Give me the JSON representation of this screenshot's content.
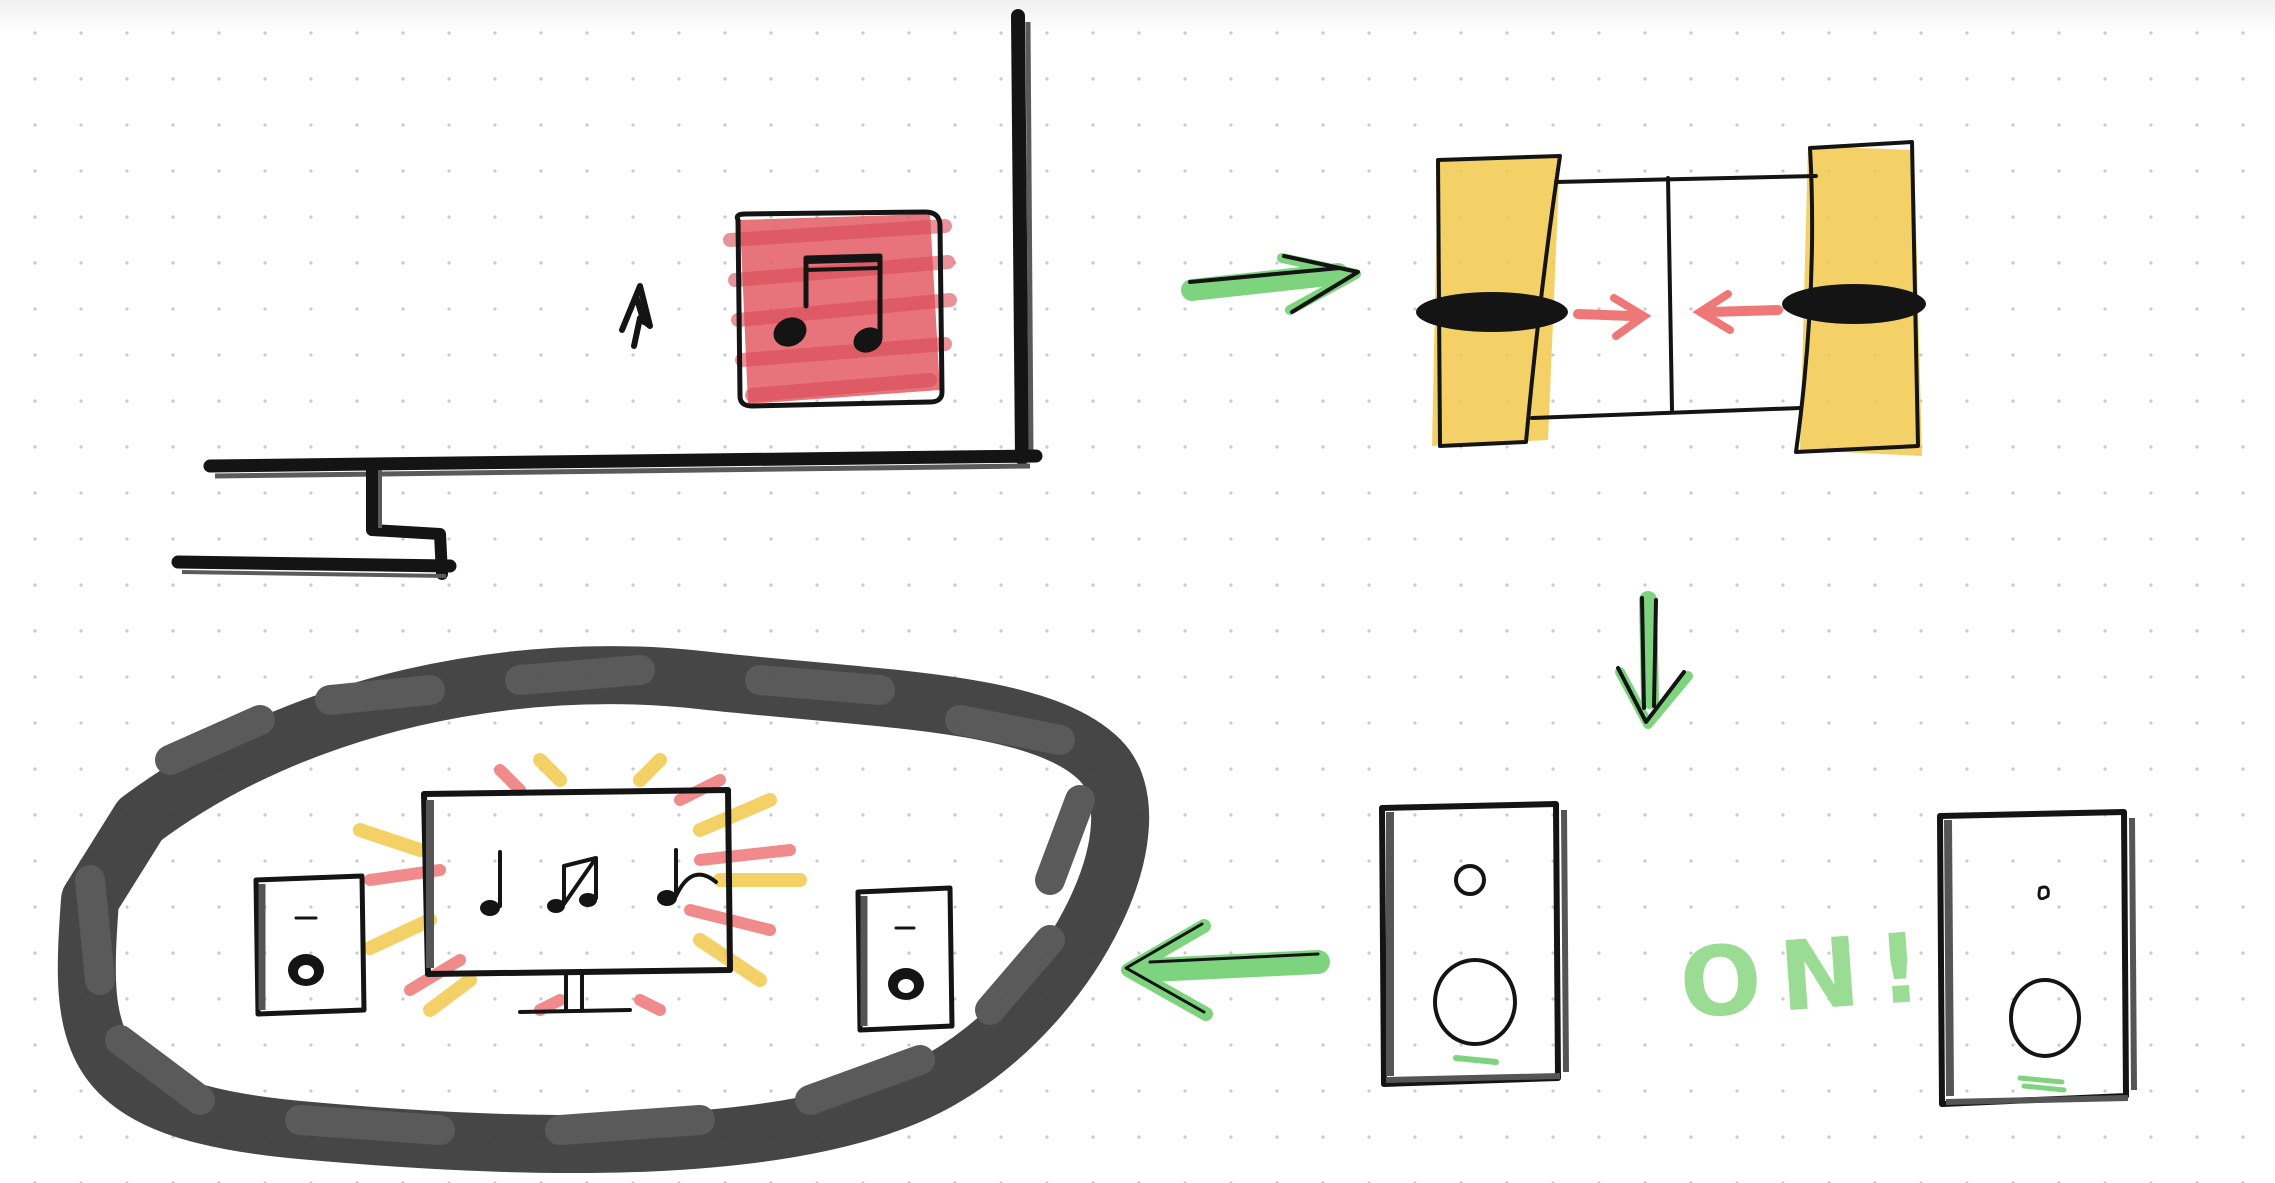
{
  "diagram": {
    "steps": [
      {
        "id": "drag-music-to-monitor-edge"
      },
      {
        "id": "connect-cable"
      },
      {
        "id": "speakers-power-on"
      },
      {
        "id": "speakers-and-monitor-playing"
      }
    ],
    "speaker_label": "ON!"
  },
  "colors": {
    "ink": "#141414",
    "music_icon_fill": "#e35a64",
    "connector_fill": "#f2c94c",
    "arrow": "#7ed47e",
    "on_text": "#9bdc95",
    "gray_scribble": "#3d3d3d",
    "dot_grid": "#c9c9c9"
  },
  "icons": {
    "cursor": "mouse-pointer-icon",
    "music_app": "music-note-icon",
    "cable": "cable-connector-icon",
    "speaker": "speaker-icon",
    "monitor": "monitor-icon",
    "arrow": "arrow-icon"
  }
}
